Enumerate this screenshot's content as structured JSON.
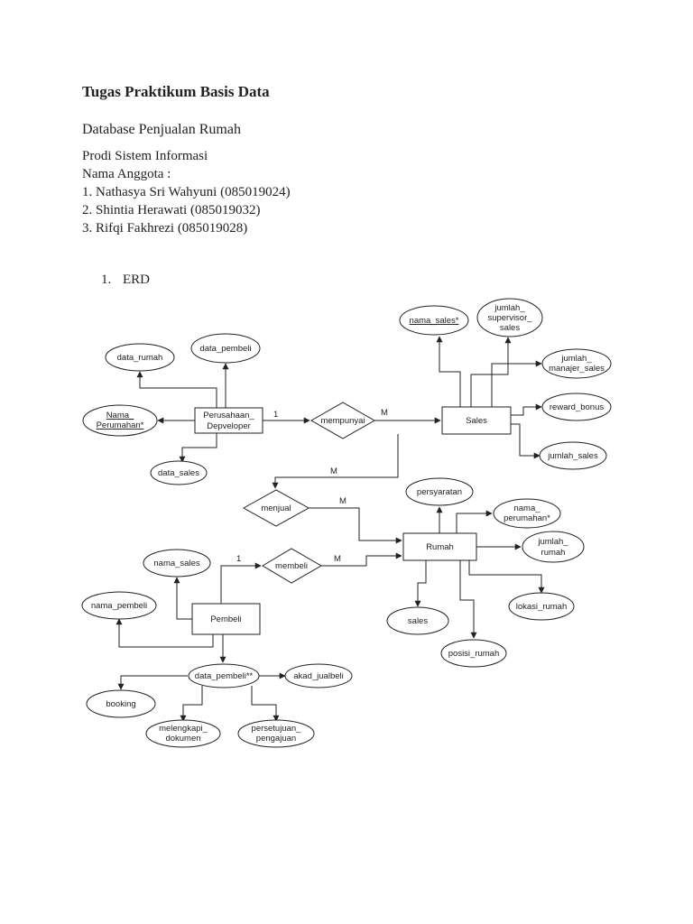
{
  "document": {
    "title": "Tugas Praktikum Basis Data",
    "subtitle": "Database Penjualan Rumah",
    "lines": [
      "Prodi Sistem Informasi",
      "Nama Anggota :",
      "1. Nathasya Sri Wahyuni (085019024)",
      "2. Shintia Herawati (085019032)",
      "3. Rifqi Fakhrezi (085019028)"
    ],
    "section_number": "1.",
    "section_title": "ERD"
  },
  "erd": {
    "entities": {
      "perusahaan": [
        "Perusahaan_",
        "Depveloper"
      ],
      "sales": [
        "Sales"
      ],
      "rumah": [
        "Rumah"
      ],
      "pembeli": [
        "Pembeli"
      ]
    },
    "relations": {
      "mempunyai": "mempunyai",
      "menjual": "menjual",
      "membeli": "membeli"
    },
    "attributes": {
      "data_rumah": [
        "data_rumah"
      ],
      "data_pembeli_top": [
        "data_pembeli"
      ],
      "nama_perumahan_pk": [
        "Nama_",
        "Perumahan*"
      ],
      "data_sales": [
        "data_sales"
      ],
      "nama_sales_pk": [
        "nama_sales*"
      ],
      "jumlah_supervisor_sales": [
        "jumlah_",
        "supervisor_",
        "sales"
      ],
      "jumlah_manajer_sales": [
        "jumlah_",
        "manajer_sales"
      ],
      "reward_bonus": [
        "reward_bonus"
      ],
      "jumlah_sales": [
        "jumlah_sales"
      ],
      "persyaratan": [
        "persyaratan"
      ],
      "nama_perumahan_fk": [
        "nama_",
        "perumahan*"
      ],
      "jumlah_rumah": [
        "jumlah_",
        "rumah"
      ],
      "lokasi_rumah": [
        "lokasi_rumah"
      ],
      "sales_attr": [
        "sales"
      ],
      "posisi_rumah": [
        "posisi_rumah"
      ],
      "nama_sales": [
        "nama_sales"
      ],
      "nama_pembeli": [
        "nama_pembeli"
      ],
      "data_pembeli_multi": [
        "data_pembeli**"
      ],
      "akad_jualbeli": [
        "akad_jualbeli"
      ],
      "booking": [
        "booking"
      ],
      "melengkapi_dokumen": [
        "melengkapi_",
        "dokumen"
      ],
      "persetujuan_pengajuan": [
        "persetujuan_",
        "pengajuan"
      ]
    },
    "cardinalities": {
      "perusahaan_mempunyai": "1",
      "mempunyai_sales": "M",
      "sales_menjual": "M",
      "menjual_rumah": "M",
      "pembeli_membeli": "1",
      "membeli_rumah": "M"
    }
  }
}
